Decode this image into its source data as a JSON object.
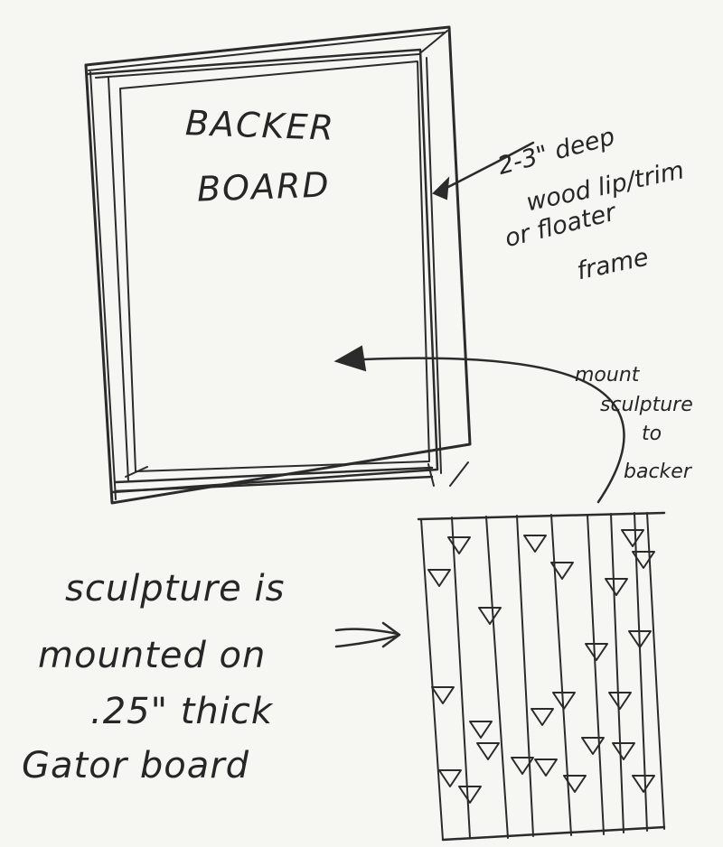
{
  "backer_label": {
    "line1": "BACKER",
    "line2": "BOARD"
  },
  "frame_note": {
    "line1": "2-3\" deep",
    "line2": "wood lip/trim",
    "line3": "or floater",
    "line4": "frame"
  },
  "mount_note": {
    "line1": "mount",
    "line2": "sculpture",
    "line3": "to",
    "line4": "backer"
  },
  "sculpture_note": {
    "line1": "sculpture is",
    "line2": "mounted on",
    "line3": ".25\" thick",
    "line4": "Gator board"
  },
  "colors": {
    "paper": "#f6f6f3",
    "ink": "#2b2b2b"
  }
}
